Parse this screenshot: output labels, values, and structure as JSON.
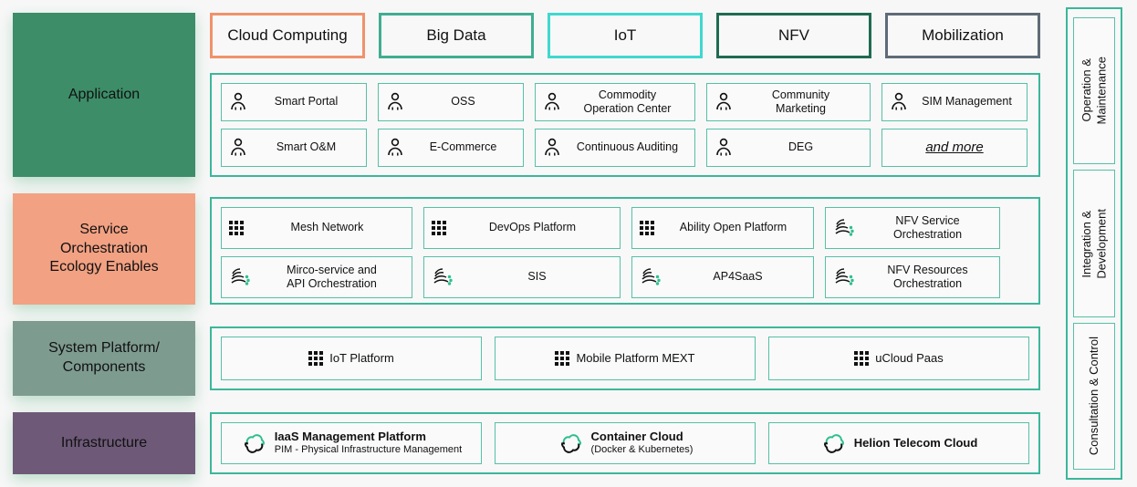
{
  "layers": [
    {
      "id": "application",
      "label": "Application",
      "color": "#3d8d68"
    },
    {
      "id": "service",
      "label": "Service\nOrchestration\nEcology Enables",
      "color": "#f2a183"
    },
    {
      "id": "system",
      "label": "System Platform/\nComponents",
      "color": "#7e9b90"
    },
    {
      "id": "infrastructure",
      "label": "Infrastructure",
      "color": "#6e5a78"
    }
  ],
  "categories": [
    {
      "label": "Cloud Computing",
      "border": "#f0926b"
    },
    {
      "label": "Big Data",
      "border": "#3fae91"
    },
    {
      "label": "IoT",
      "border": "#3fd8d0"
    },
    {
      "label": "NFV",
      "border": "#1f6b52"
    },
    {
      "label": "Mobilization",
      "border": "#5f6b78"
    }
  ],
  "application_items": [
    {
      "label": "Smart Portal",
      "icon": "person-icon"
    },
    {
      "label": "OSS",
      "icon": "person-icon"
    },
    {
      "label": "Commodity\nOperation Center",
      "icon": "person-icon"
    },
    {
      "label": "Community\nMarketing",
      "icon": "person-icon"
    },
    {
      "label": "SIM Management",
      "icon": "person-icon"
    },
    {
      "label": "Smart O&M",
      "icon": "person-icon"
    },
    {
      "label": "E-Commerce",
      "icon": "person-icon"
    },
    {
      "label": "Continuous Auditing",
      "icon": "person-icon"
    },
    {
      "label": "DEG",
      "icon": "person-icon"
    },
    {
      "label": "and more",
      "icon": "none"
    }
  ],
  "service_items": [
    {
      "label": "Mesh Network",
      "icon": "dot-grid-icon"
    },
    {
      "label": "DevOps Platform",
      "icon": "dot-grid-icon"
    },
    {
      "label": "Ability Open Platform",
      "icon": "dot-grid-icon"
    },
    {
      "label": "NFV Service\nOrchestration",
      "icon": "orchestration-icon"
    },
    {
      "label": "Mirco-service and\nAPI Orchestration",
      "icon": "orchestration-icon"
    },
    {
      "label": "SIS",
      "icon": "orchestration-icon"
    },
    {
      "label": "AP4SaaS",
      "icon": "orchestration-icon"
    },
    {
      "label": "NFV Resources\nOrchestration",
      "icon": "orchestration-icon"
    }
  ],
  "system_items": [
    {
      "label": "IoT Platform",
      "icon": "dot-grid-icon"
    },
    {
      "label": "Mobile Platform MEXT",
      "icon": "dot-grid-icon"
    },
    {
      "label": "uCloud Paas",
      "icon": "dot-grid-icon"
    }
  ],
  "infrastructure_items": [
    {
      "title": "IaaS Management Platform",
      "subtitle": "PIM - Physical Infrastructure Management",
      "icon": "cloud-refresh-icon"
    },
    {
      "title": "Container Cloud",
      "subtitle": "(Docker & Kubernetes)",
      "icon": "cloud-refresh-icon"
    },
    {
      "title": "Helion Telecom Cloud",
      "subtitle": "",
      "icon": "cloud-refresh-icon"
    }
  ],
  "sidebar": [
    {
      "label": "Operation &\nMaintenance"
    },
    {
      "label": "Integration &\nDevelopment"
    },
    {
      "label": "Consultation & Control"
    }
  ],
  "accent": {
    "teal": "#3cb79a",
    "item_border": "#56c0a6",
    "icon_green": "#2fbf8f"
  }
}
